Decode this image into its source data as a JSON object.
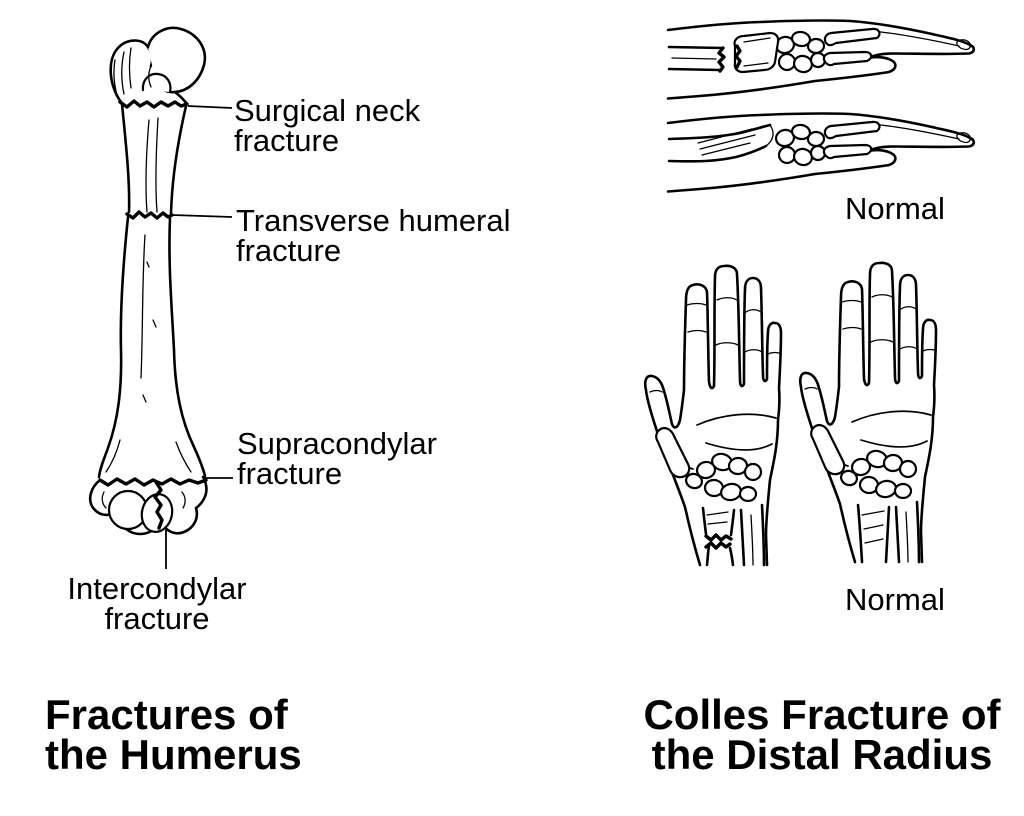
{
  "figure": {
    "background": "#ffffff",
    "ink": "#000000"
  },
  "humerus_panel": {
    "title": "Fractures of\nthe Humerus",
    "labels": {
      "surgical_neck": "Surgical neck\nfracture",
      "transverse": "Transverse humeral\nfracture",
      "supracondylar": "Supracondylar\nfracture",
      "intercondylar": "Intercondylar\nfracture"
    }
  },
  "colles_panel": {
    "title": "Colles Fracture of\nthe Distal Radius",
    "lateral_view_label": "Normal",
    "palmar_view_label": "Normal"
  }
}
